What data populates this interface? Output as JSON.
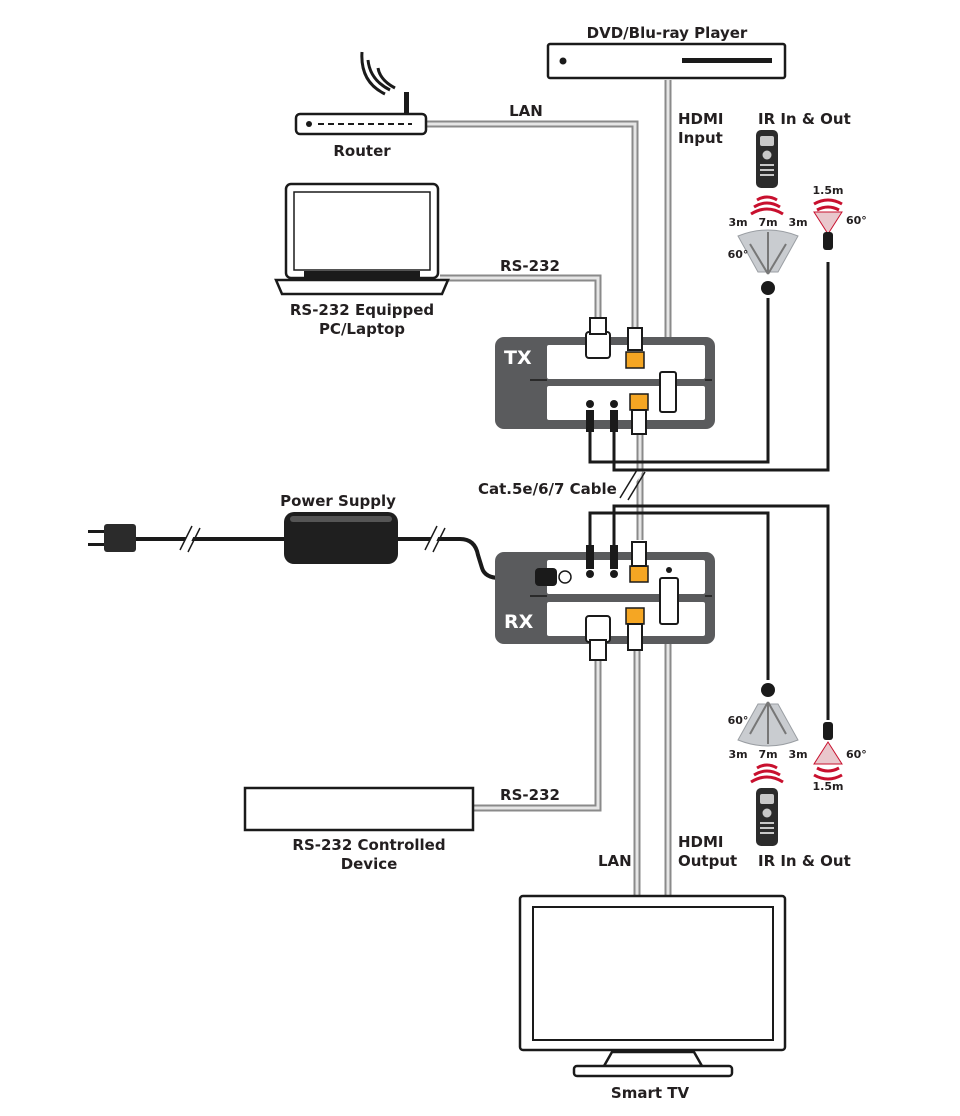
{
  "labels": {
    "dvd_player": "DVD/Blu-ray Player",
    "router": "Router",
    "lan_top": "LAN",
    "hdmi_input_1": "HDMI",
    "hdmi_input_2": "Input",
    "ir_top": "IR In & Out",
    "rs232_top": "RS-232",
    "laptop_1": "RS-232 Equipped",
    "laptop_2": "PC/Laptop",
    "tx": "TX",
    "rx": "RX",
    "cat_cable": "Cat.5e/6/7 Cable",
    "power_supply": "Power Supply",
    "rs232_bottom": "RS-232",
    "controlled_1": "RS-232 Controlled",
    "controlled_2": "Device",
    "lan_bottom": "LAN",
    "hdmi_output_1": "HDMI",
    "hdmi_output_2": "Output",
    "ir_bottom": "IR In & Out",
    "smart_tv": "Smart TV"
  },
  "ir_specs": {
    "top_blaster_range": "1.5m",
    "top_blaster_angle": "60°",
    "top_receiver_left": "3m",
    "top_receiver_center": "7m",
    "top_receiver_right": "3m",
    "top_receiver_angle": "60°",
    "bottom_receiver_angle": "60°",
    "bottom_receiver_left": "3m",
    "bottom_receiver_center": "7m",
    "bottom_receiver_right": "3m",
    "bottom_blaster_angle": "60°",
    "bottom_blaster_range": "1.5m"
  },
  "colors": {
    "device_gray": "#5a5b5d",
    "cable_gray": "#8a8a8a",
    "ir_red": "#c8102e",
    "port_orange": "#f5a623"
  }
}
